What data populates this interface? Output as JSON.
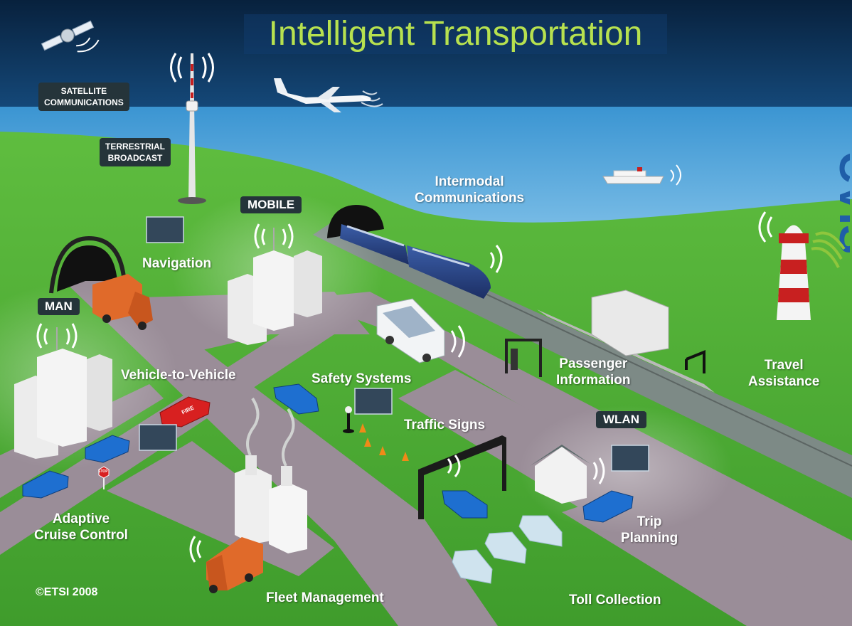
{
  "title": "Intelligent Transportation",
  "tags": {
    "satellite": "SATELLITE\nCOMMUNICATIONS",
    "terrestrial": "TERRESTRIAL\nBROADCAST",
    "mobile": "MOBILE",
    "man": "MAN",
    "wlan": "WLAN"
  },
  "labels": {
    "navigation": "Navigation",
    "intermodal": "Intermodal\nCommunications",
    "vehicle_to_vehicle": "Vehicle-to-Vehicle",
    "safety_systems": "Safety Systems",
    "passenger_information": "Passenger\nInformation",
    "travel_assistance": "Travel\nAssistance",
    "traffic_signs": "Traffic Signs",
    "adaptive_cruise": "Adaptive\nCruise Control",
    "trip_planning": "Trip\nPlanning",
    "fleet_management": "Fleet Management",
    "toll_collection": "Toll Collection"
  },
  "vehicle_text": {
    "fire_truck": "FIRE",
    "stop_sign": "STOP"
  },
  "copyright": "©ETSI 2008",
  "logo": {
    "text": "CVIS"
  },
  "colors": {
    "title": "#b7e14f",
    "sky_top": "#0b2a4a",
    "sea": "#2f87c8",
    "grass": "#4eb53a",
    "road": "#9a8d98",
    "tag_bg": "#25343a",
    "truck": "#e06a2a",
    "car": "#1e6fd0",
    "red_car": "#d82020",
    "logo_blue": "#1f5ea8",
    "logo_green": "#8fc63d"
  },
  "icons": [
    "satellite-icon",
    "broadcast-tower-icon",
    "airplane-icon",
    "ship-icon",
    "lighthouse-icon",
    "tunnel-icon",
    "train-icon",
    "bus-icon",
    "truck-icon",
    "car-icon",
    "fire-truck-icon",
    "toll-booth-icon",
    "traffic-cone-icon",
    "traffic-light-icon",
    "wifi-signal-icon",
    "screen-panel-icon",
    "factory-icon",
    "house-icon",
    "stop-sign-icon"
  ]
}
